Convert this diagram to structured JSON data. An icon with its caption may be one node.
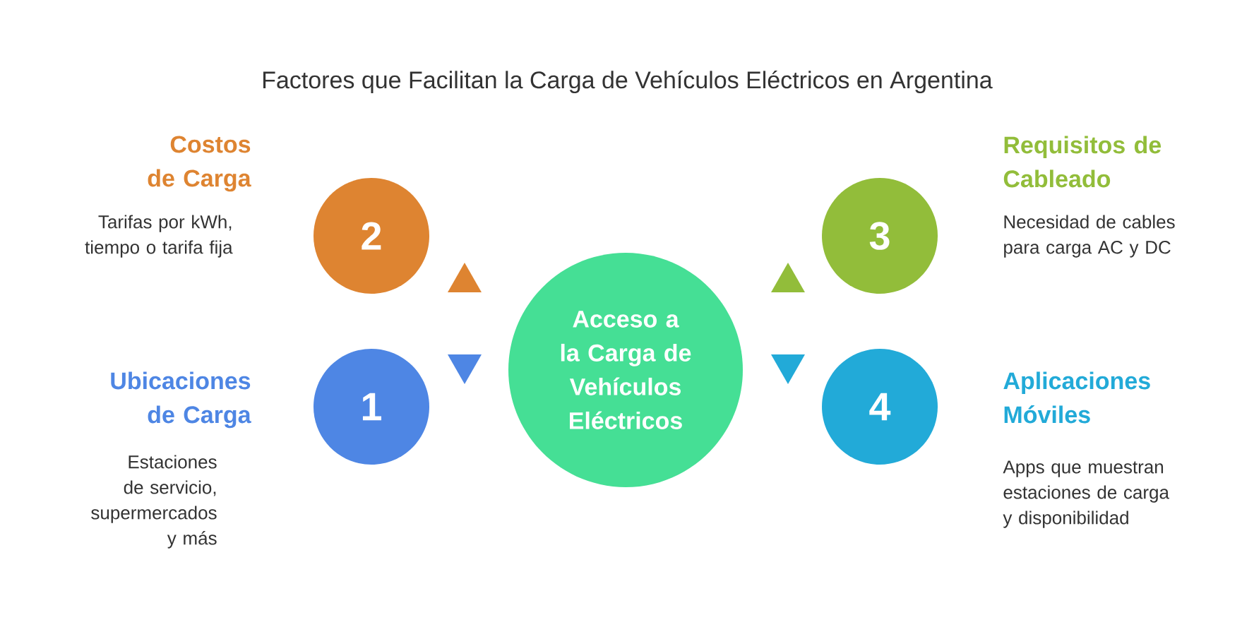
{
  "diagram": {
    "title": "Factores que Facilitan la Carga de Vehículos Eléctricos en Argentina",
    "nodes": [
      {
        "text": [
          "Acceso a la Carga de Vehículos Eléctricos"
        ]
      },
      {
        "text": [
          "2"
        ],
        "beside": [
          "Costos de Carga",
          "Tarifas por kWh, tiempo o tarifa fija"
        ]
      },
      {
        "text": [
          "3"
        ],
        "beside": [
          "Requisitos de Cableado",
          "Necesidad de cables para carga AC y DC"
        ]
      },
      {
        "text": [
          "1"
        ],
        "beside": [
          "Ubicaciones de Carga",
          "Estaciones de servicio, supermercados y más"
        ]
      },
      {
        "text": [
          "4"
        ],
        "beside": [
          "Aplicaciones Móviles",
          "Apps que muestran estaciones de carga y disponibilidad"
        ]
      },
      {
        "text": [],
        "shape": "triangle"
      },
      {
        "text": [],
        "shape": "triangle"
      },
      {
        "text": [],
        "shape": "triangle"
      },
      {
        "text": [],
        "shape": "triangle"
      }
    ]
  }
}
